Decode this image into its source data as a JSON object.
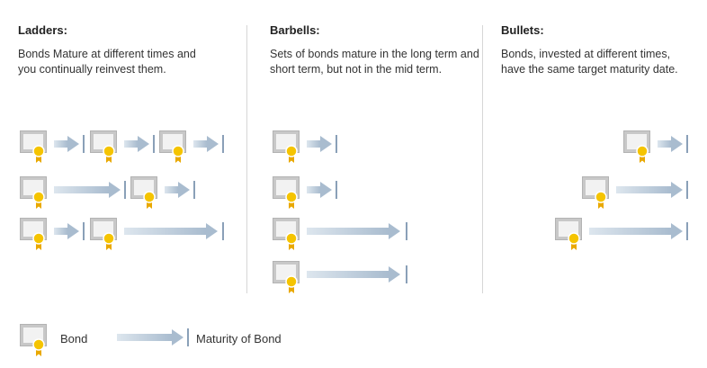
{
  "columns": {
    "ladders": {
      "title": "Ladders:",
      "description": "Bonds Mature at different times and you continually reinvest them."
    },
    "barbells": {
      "title": "Barbells:",
      "description": "Sets of bonds mature in the long term and short term, but not in the mid term."
    },
    "bullets": {
      "title": "Bullets:",
      "description": "Bonds, invested at different times, have the same target maturity date."
    }
  },
  "legend": {
    "bond_label": "Bond",
    "maturity_label": "Maturity of Bond"
  },
  "colors": {
    "bond_frame": "#c8c8c8",
    "bond_inner": "#f2f2f2",
    "seal": "#f5c400",
    "ribbon": "#e9a800",
    "arrow": "#a9bccf",
    "tick": "#8aa0b8",
    "divider": "#d6d6d6"
  }
}
